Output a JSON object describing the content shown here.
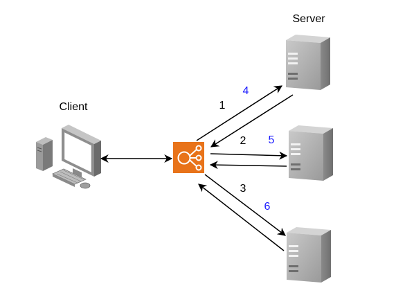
{
  "labels": {
    "client": "Client",
    "server": "Server"
  },
  "step_numbers": {
    "to_server_1": "1",
    "to_server_2": "2",
    "to_server_3": "3",
    "from_server_1": "4",
    "from_server_2": "5",
    "from_server_3": "6"
  },
  "icons": {
    "client": "desktop-computer-icon",
    "load_balancer": "load-balancer-icon",
    "server": "server-tower-icon"
  },
  "colors": {
    "request_label": "#000000",
    "response_label": "#1a1aff",
    "load_balancer": "#e8731a",
    "server_body": "#8c8c8c"
  }
}
